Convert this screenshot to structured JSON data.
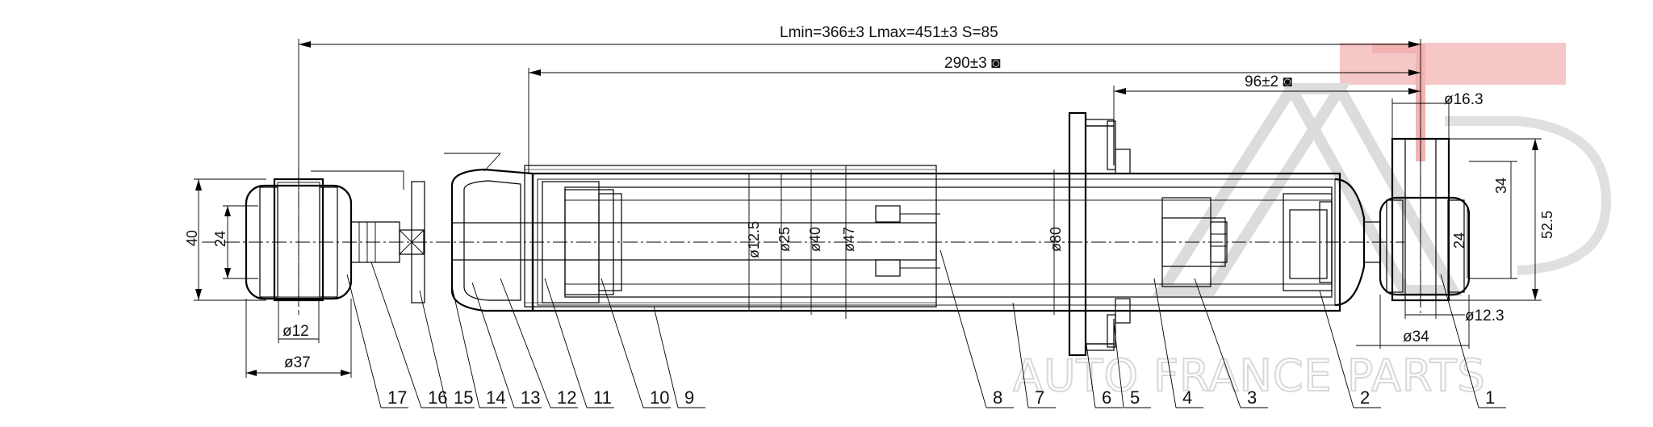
{
  "dimensions": {
    "lengths": "Lmin=366±3     Lmax=451±3     S=85",
    "d290": "290±3 ◙",
    "d96": "96±2 ◙",
    "d16_3": "ø16.3",
    "d12_3": "ø12.3",
    "d34_bottom": "ø34",
    "d12": "ø12",
    "d37": "ø37",
    "h40": "40",
    "h24_left": "24",
    "h34_right": "34",
    "h52_5": "52.5",
    "h24_right": "24",
    "d12_5": "ø12.5",
    "d25": "ø25",
    "d40": "ø40",
    "d47": "ø47",
    "d80": "ø80"
  },
  "callouts": [
    "17",
    "16",
    "15",
    "14",
    "13",
    "12",
    "11",
    "10",
    "9",
    "8",
    "7",
    "6",
    "5",
    "4",
    "3",
    "2",
    "1"
  ],
  "watermark": {
    "text": "AUTO FRANCE PARTS",
    "accent_color": "#e8262b",
    "gray_color": "#d0d0d0"
  }
}
